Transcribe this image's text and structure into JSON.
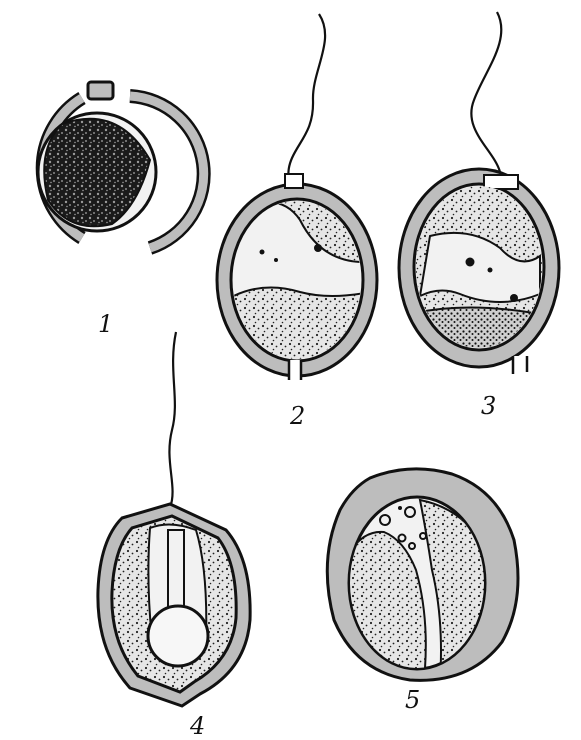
{
  "figures": [
    {
      "label": "1",
      "flagellum": false,
      "interior": "dark-mass"
    },
    {
      "label": "2",
      "flagellum": true,
      "interior": "stippled-bands"
    },
    {
      "label": "3",
      "flagellum": true,
      "interior": "stippled-full"
    },
    {
      "label": "4",
      "flagellum": true,
      "interior": "central-canal"
    },
    {
      "label": "5",
      "flagellum": false,
      "interior": "mature-cyst"
    }
  ],
  "colors": {
    "ink": "#111111",
    "wall": "#bdbdbd",
    "background": "#ffffff",
    "light_region": "#f2f2f2"
  }
}
